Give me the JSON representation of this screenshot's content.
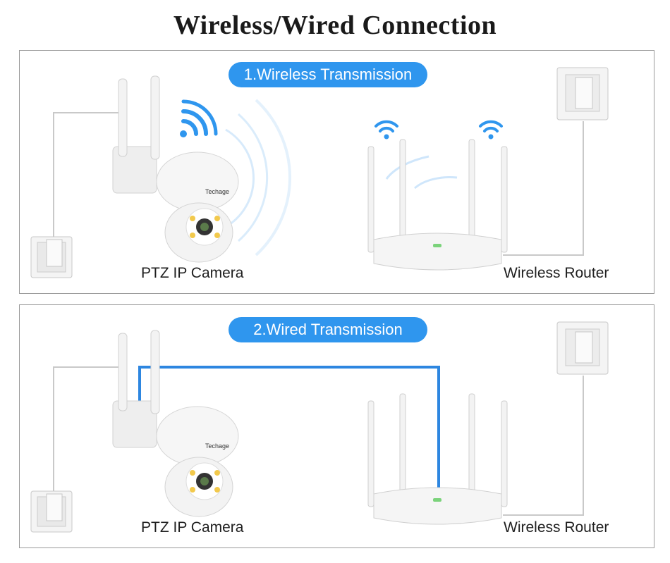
{
  "title": "Wireless/Wired Connection",
  "colors": {
    "accent": "#2f96ee",
    "cable": "#2d86e0",
    "border": "#9a9a9a",
    "device": "#f2f2f2"
  },
  "panels": [
    {
      "badge": "1.Wireless  Transmission",
      "camera_label": "PTZ IP Camera",
      "router_label": "Wireless Router",
      "camera_brand": "Techage",
      "link": "wireless"
    },
    {
      "badge": "2.Wired  Transmission",
      "camera_label": "PTZ IP Camera",
      "router_label": "Wireless Router",
      "camera_brand": "Techage",
      "link": "wired"
    }
  ]
}
